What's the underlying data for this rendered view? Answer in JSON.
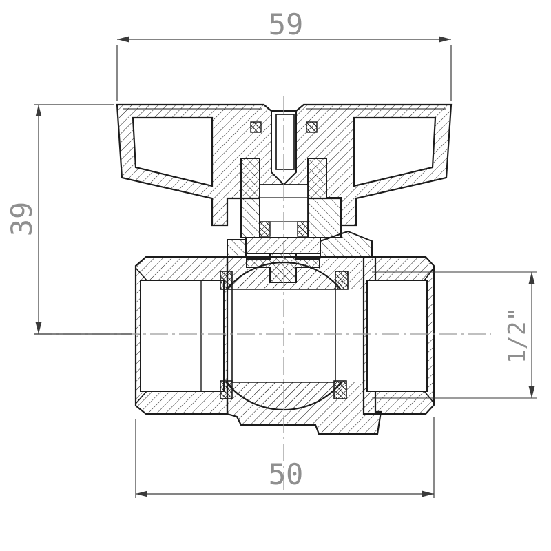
{
  "drawing": {
    "type": "technical-drawing",
    "subject": "ball-valve-section-view",
    "dimensions": {
      "top_width": "59",
      "left_height": "39",
      "right_port": "1/2\"",
      "bottom_length": "50"
    },
    "colors": {
      "line": "#1c1c1c",
      "centerline": "#9a9a9a",
      "dimension_line": "#3a3a3a",
      "dimension_text": "#8f8f8f",
      "background": "#ffffff"
    }
  }
}
